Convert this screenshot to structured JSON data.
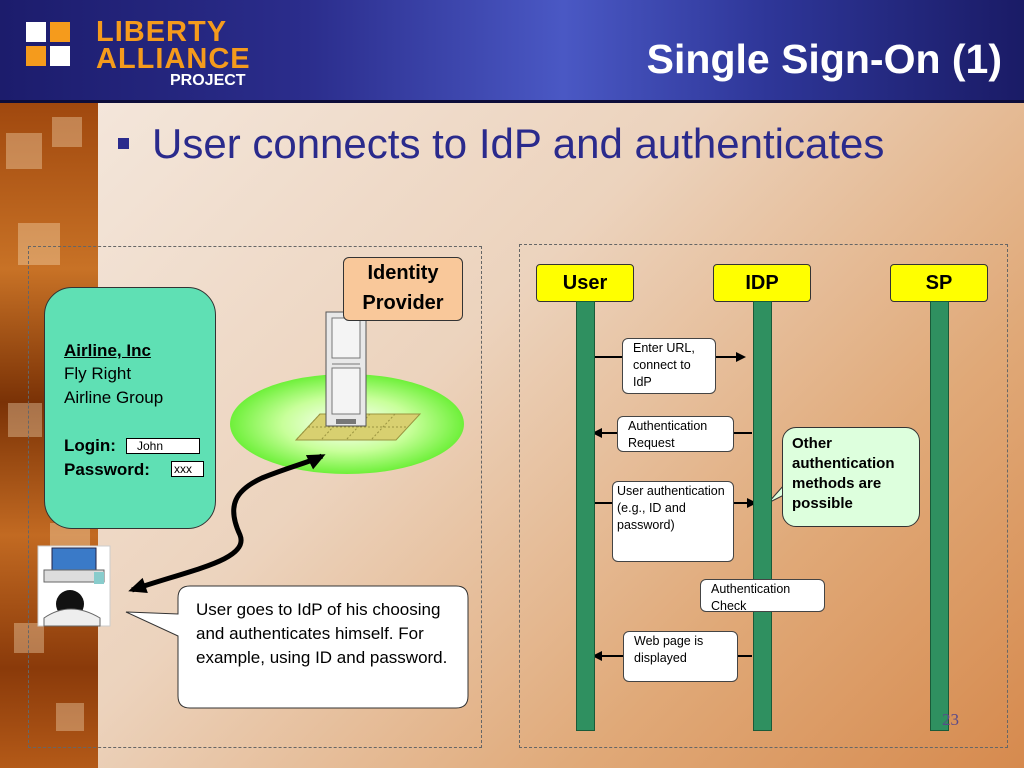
{
  "header": {
    "logo": {
      "line1": "LIBERTY",
      "line2": "ALLIANCE",
      "line3": "PROJECT"
    },
    "title": "Single Sign-On (1)"
  },
  "bullet": "User connects to IdP and authenticates",
  "airline_card": {
    "name": "Airline, Inc",
    "lines": [
      "Fly Right",
      "Airline Group"
    ],
    "login_label": "Login:",
    "login_value": "John",
    "password_label": "Password:",
    "password_value": "xxx"
  },
  "identity_provider": {
    "line1": "Identity",
    "line2": "Provider"
  },
  "callout": "User goes to IdP of his choosing and authenticates himself. For example, using ID and password.",
  "sequence": {
    "actors": [
      "User",
      "IDP",
      "SP"
    ],
    "messages": [
      {
        "text": "Enter URL, connect to IdP",
        "from": "User",
        "to": "IDP"
      },
      {
        "text": "Authentication Request",
        "from": "IDP",
        "to": "User"
      },
      {
        "text": "User authentication (e.g., ID and password)",
        "from": "User",
        "to": "IDP"
      },
      {
        "text": "Authentication Check",
        "from": "IDP",
        "to": "IDP"
      },
      {
        "text": "Web page is displayed",
        "from": "IDP",
        "to": "User"
      }
    ],
    "note": "Other authentication methods are possible"
  },
  "slide_number": "23",
  "colors": {
    "header": "#2b2d8c",
    "title_text": "#ffffff",
    "bullet_text": "#2a2a8c",
    "actor_box": "#ffff00",
    "lifeline": "#2f9060",
    "airline_card": "#5fe0b4",
    "idp_label": "#f9c89a",
    "note_box": "#ddffdd",
    "logo_accent": "#f59b1c"
  }
}
